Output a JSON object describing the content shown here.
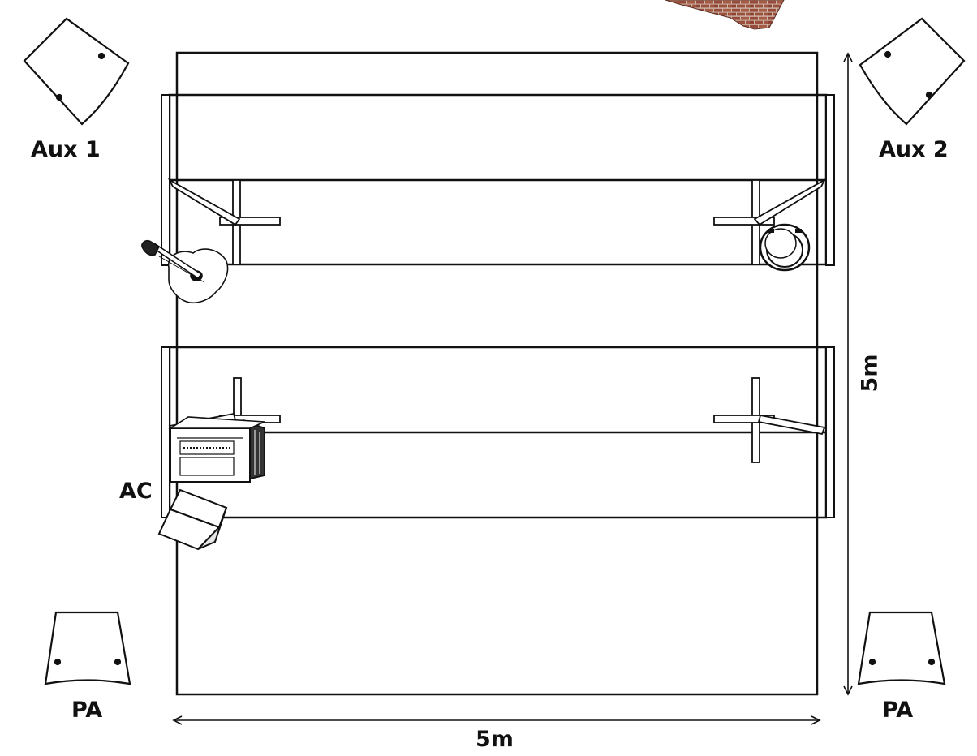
{
  "labels": {
    "aux1": "Aux 1",
    "aux2": "Aux 2",
    "ac": "AC",
    "pa_left": "PA",
    "pa_right": "PA",
    "stage_width": "5m",
    "stage_depth": "5m"
  },
  "colors": {
    "line": "#111111",
    "background": "#ffffff",
    "brick": "#9a4a3a",
    "mortar": "#c9b7a8"
  },
  "icons": {
    "monitor": "wedge-speaker-icon",
    "main_speaker": "pa-speaker-icon",
    "guitar": "acoustic-guitar-icon",
    "drum": "drum-icon",
    "amplifier": "amplifier-icon",
    "monitor_box": "floor-monitor-icon",
    "backdrop": "brick-wall-icon"
  }
}
